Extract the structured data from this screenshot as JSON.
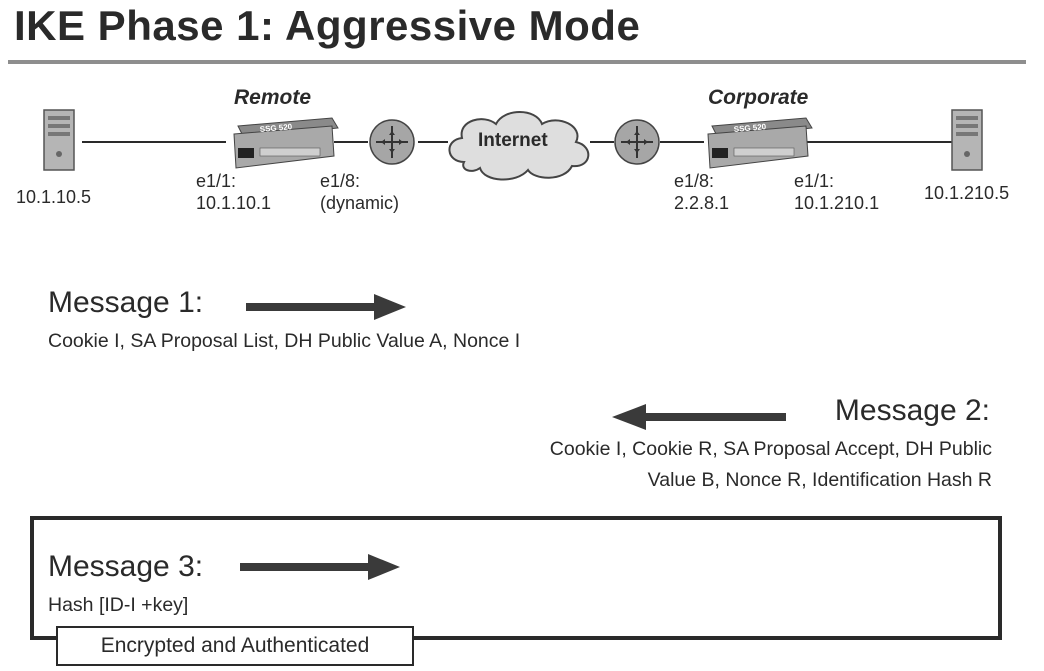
{
  "title": "IKE Phase 1: Aggressive Mode",
  "topology": {
    "remote_label": "Remote",
    "corporate_label": "Corporate",
    "cloud_label": "Internet",
    "left_host_ip": "10.1.10.5",
    "right_host_ip": "10.1.210.5",
    "remote_device_label": "SSG 520",
    "corporate_device_label": "SSG 520",
    "remote_e11": [
      "e1/1:",
      "10.1.10.1"
    ],
    "remote_e18": [
      "e1/8:",
      "(dynamic)"
    ],
    "corp_e18": [
      "e1/8:",
      "2.2.8.1"
    ],
    "corp_e11": [
      "e1/1:",
      "10.1.210.1"
    ]
  },
  "messages": [
    {
      "title": "Message 1:",
      "direction": "right",
      "lines": [
        "Cookie I, SA Proposal List, DH Public Value A, Nonce I"
      ]
    },
    {
      "title": "Message 2:",
      "direction": "left",
      "lines": [
        "Cookie I, Cookie R, SA Proposal Accept, DH Public",
        "Value B, Nonce R, Identification Hash R"
      ]
    },
    {
      "title": "Message 3:",
      "direction": "right",
      "lines": [
        "Hash [ID-I +key]"
      ]
    }
  ],
  "encrypted_badge": "Encrypted and Authenticated",
  "colors": {
    "ink": "#2a2a2a",
    "arrow": "#3a3a3a",
    "rule": "#8e8e8e",
    "device": "#9a9a9a"
  }
}
